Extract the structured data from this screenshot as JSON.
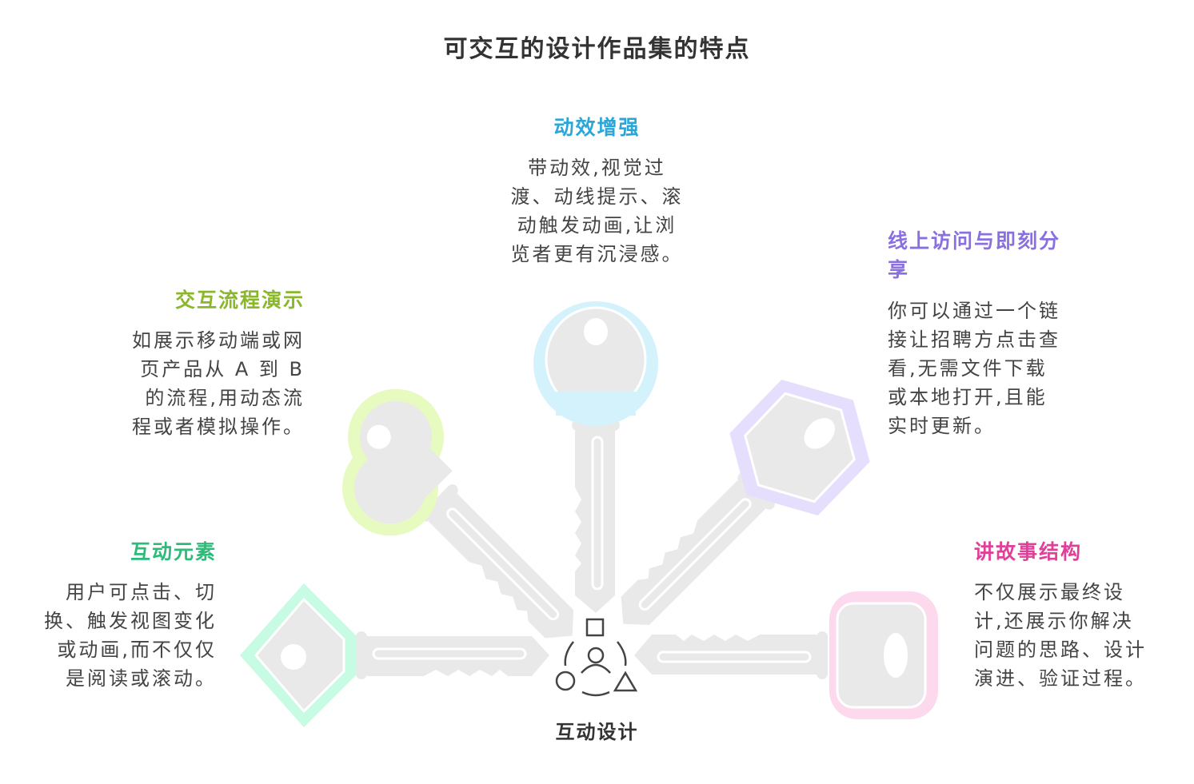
{
  "title": "可交互的设计作品集的特点",
  "center_label": "互动设计",
  "colors": {
    "blue": "#2aa6d9",
    "green": "#8ab82a",
    "purple": "#8a6fe0",
    "pink": "#e0409a",
    "mint": "#2dbb7a"
  },
  "items": [
    {
      "heading": "动效增强",
      "body": "带动效,视觉过\n渡、动线提示、滚\n动触发动画,让浏\n览者更有沉浸感。"
    },
    {
      "heading": "交互流程演示",
      "body": "如展示移动端或网\n页产品从 A 到 B\n的流程,用动态流\n程或者模拟操作。"
    },
    {
      "heading": "线上访问与即刻分\n享",
      "body": "你可以通过一个链\n接让招聘方点击查\n看,无需文件下载\n或本地打开,且能\n实时更新。"
    },
    {
      "heading": "互动元素",
      "body": "用户可点击、切\n换、触发视图变化\n或动画,而不仅仅\n是阅读或滚动。"
    },
    {
      "heading": "讲故事结构",
      "body": "不仅展示最终设\n计,还展示你解决\n问题的思路、设计\n演进、验证过程。"
    }
  ]
}
